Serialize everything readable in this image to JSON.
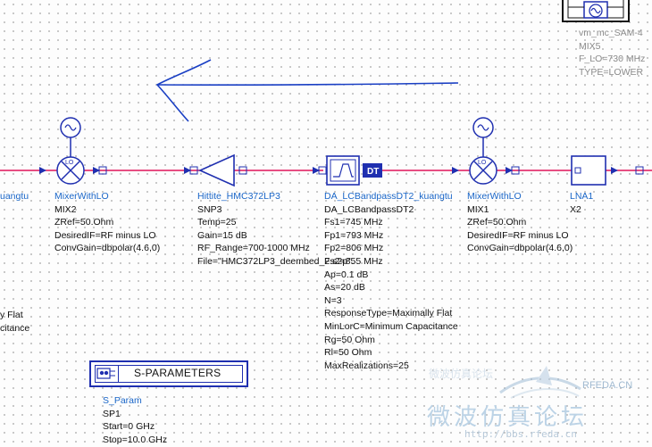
{
  "components": {
    "mix5": {
      "lines": [
        "vm_mc_SAM-4",
        "MIX5",
        "F_LO=730 MHz",
        "TYPE=LOWER"
      ]
    },
    "mix2": {
      "name": "MixerWithLO",
      "lines": [
        "MIX2",
        "ZRef=50.Ohm",
        "DesiredIF=RF minus LO",
        "ConvGain=dbpolar(4.6,0)"
      ]
    },
    "snp3": {
      "name": "Hittite_HMC372LP3",
      "lines": [
        "SNP3",
        "Temp=25",
        "Gain=15 dB",
        "RF_Range=700-1000 MHz",
        "File=\"HMC372LP3_deembed_2.s2p\""
      ]
    },
    "da_filter": {
      "name": "DA_LCBandpassDT2_kuangtu",
      "lines": [
        "DA_LCBandpassDT2",
        "Fs1=745 MHz",
        "Fp1=793 MHz",
        "Fp2=806 MHz",
        "Fs2=855 MHz",
        "Ap=0.1 dB",
        "As=20 dB",
        "N=3",
        "ResponseType=Maximally Flat",
        "MinLorC=Minimum Capacitance",
        "Rg=50 Ohm",
        "Rl=50 Ohm",
        "MaxRealizations=25"
      ]
    },
    "mix1": {
      "name": "MixerWithLO",
      "lines": [
        "MIX1",
        "ZRef=50.Ohm",
        "DesiredIF=RF minus LO",
        "ConvGain=dbpolar(4.6,0)"
      ]
    },
    "lna1": {
      "name": "LNA1",
      "lines": [
        "X2"
      ]
    },
    "left_partial": {
      "name_fragment": "uangtu",
      "lines": [
        "y Flat",
        "citance"
      ]
    },
    "sparam": {
      "title": "S-PARAMETERS",
      "name": "S_Param",
      "lines": [
        "SP1",
        "Start=0 GHz",
        "Stop=10.0 GHz"
      ]
    },
    "filter_symbol": "DT",
    "mixer_lo_label": "LO"
  },
  "watermark": {
    "brand": "RFEDA.CN",
    "title": "微波仿真论坛",
    "url": "http://bbs.rfeda.cn",
    "faint": "微波仿真论坛"
  },
  "colors": {
    "wire": "#e0145a",
    "symbol": "#1f2fb0",
    "label_name": "#1a66c8",
    "annotation_arrow": "#1a3fc4"
  }
}
